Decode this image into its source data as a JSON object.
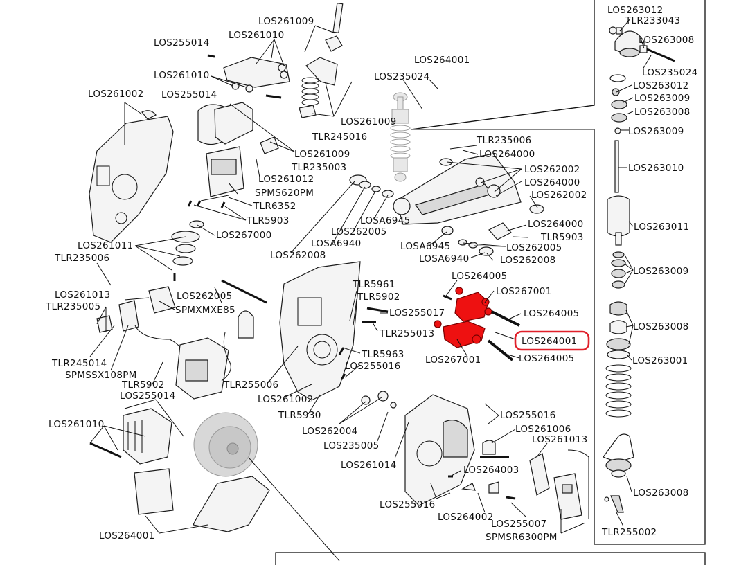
{
  "accent_color": "#e0202a",
  "highlight_part": "LOS264001",
  "labels": {
    "l01": "LOS261009",
    "l02": "LOS261010",
    "l03": "LOS255014",
    "l04": "LOS261010",
    "l05": "LOS255014",
    "l06": "LOS261002",
    "l07": "LOS261009",
    "l08": "TLR245016",
    "l09": "LOS261009",
    "l10": "TLR235003",
    "l11": "LOS261012",
    "l12": "SPMS620PM",
    "l13": "TLR6352",
    "l14": "TLR5903",
    "l15": "LOS267000",
    "l16": "LOS261011",
    "l17": "TLR235006",
    "l18": "LOS261013",
    "l19": "TLR235005",
    "l20": "LOS262005",
    "l21": "SPMXMXE85",
    "l22": "TLR245014",
    "l23": "SPMSSX108PM",
    "l24": "TLR5902",
    "l25": "LOS255014",
    "l26": "LOS261010",
    "l27": "LOS264001",
    "l28": "LOS264001",
    "l29": "LOS235024",
    "l30": "TLR235006",
    "l31": "LOS264000",
    "l32": "LOS262002",
    "l33": "LOS264000",
    "l34": "LOS262002",
    "l35": "LOSA6945",
    "l36": "LOS262005",
    "l37": "LOSA6940",
    "l38": "LOS262008",
    "l39": "LOS264000",
    "l40": "TLR5903",
    "l41": "LOSA6945",
    "l42": "LOS262005",
    "l43": "LOSA6940",
    "l44": "LOS262008",
    "l45": "LOS264005",
    "l46": "LOS267001",
    "l47": "TLR5961",
    "l48": "TLR5902",
    "l49": "LOS255017",
    "l50": "LOS264005",
    "l51": "TLR255013",
    "l52": "LOS264001",
    "l53": "LOS267001",
    "l54": "LOS264005",
    "l55": "TLR5963",
    "l56": "LOS255016",
    "l57": "TLR255006",
    "l58": "LOS261002",
    "l59": "TLR5930",
    "l60": "LOS262004",
    "l61": "LOS235005",
    "l62": "LOS261014",
    "l63": "LOS255016",
    "l64": "LOS261006",
    "l65": "LOS261013",
    "l66": "LOS264003",
    "l67": "LOS255016",
    "l68": "LOS264002",
    "l69": "LOS255007",
    "l70": "SPMSR6300PM",
    "l71": "LOS263012",
    "l72": "TLR233043",
    "l73": "LOS263008",
    "l74": "LOS235024",
    "l75": "LOS263012",
    "l76": "LOS263009",
    "l77": "LOS263008",
    "l78": "LOS263009",
    "l79": "LOS263010",
    "l80": "LOS263011",
    "l81": "LOS263009",
    "l82": "LOS263008",
    "l83": "LOS263001",
    "l84": "LOS263008",
    "l85": "TLR255002"
  }
}
